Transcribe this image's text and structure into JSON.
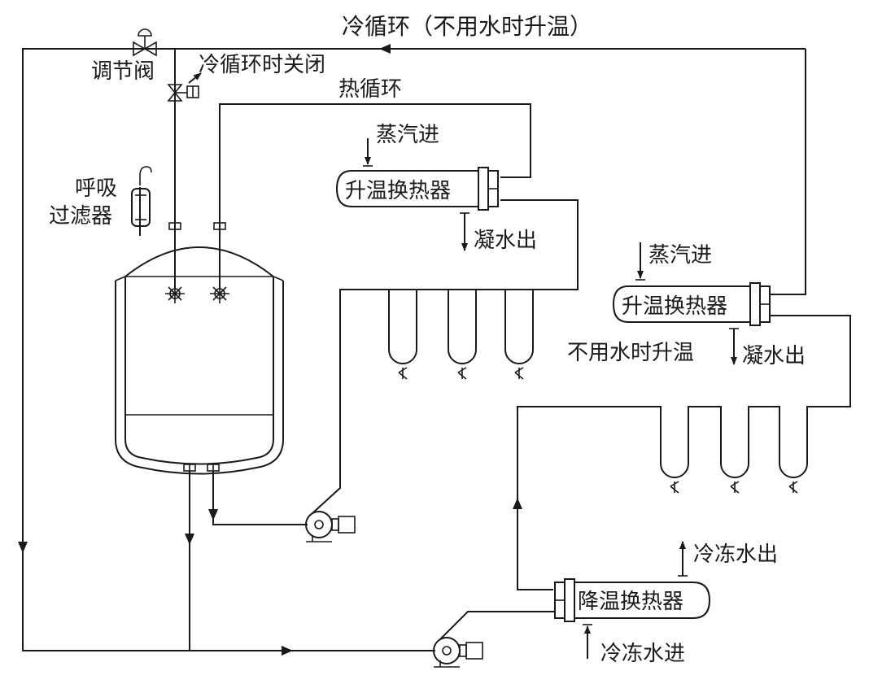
{
  "labels": {
    "cold_loop_top": "冷循环（不用水时升温）",
    "regulating_valve": "调节阀",
    "close_on_cold": "冷循环时关闭",
    "hot_loop": "热循环",
    "breather_line1": "呼吸",
    "breather_line2": "过滤器",
    "steam_in_1": "蒸汽进",
    "heater_1": "升温换热器",
    "condensate_out_1": "凝水出",
    "steam_in_2": "蒸汽进",
    "heater_2": "升温换热器",
    "heat_when_idle": "不用水时升温",
    "condensate_out_2": "凝水出",
    "chilled_out": "冷冻水出",
    "cooler": "降温换热器",
    "chilled_in": "冷冻水进"
  },
  "colors": {
    "line": "#1a1a1a",
    "background": "#ffffff"
  }
}
